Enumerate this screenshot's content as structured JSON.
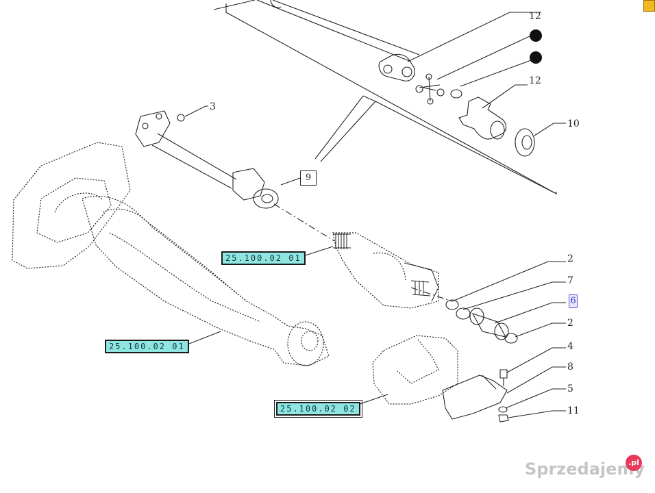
{
  "diagram": {
    "callouts": [
      {
        "id": "c12a",
        "label": "12"
      },
      {
        "id": "c3",
        "label": "3"
      },
      {
        "id": "c12b",
        "label": "12"
      },
      {
        "id": "c10",
        "label": "10"
      },
      {
        "id": "c2a",
        "label": "2"
      },
      {
        "id": "c7",
        "label": "7"
      },
      {
        "id": "c2b",
        "label": "2"
      },
      {
        "id": "c4",
        "label": "4"
      },
      {
        "id": "c8",
        "label": "8"
      },
      {
        "id": "c5",
        "label": "5"
      },
      {
        "id": "c11",
        "label": "11"
      }
    ],
    "boxed_callout_9": "9",
    "selected_callout_6": "6",
    "reference_links": [
      {
        "label": "25.100.02 01"
      },
      {
        "label": "25.100.02 01"
      },
      {
        "label": "25.100.02 02"
      }
    ],
    "filled_markers": 2
  },
  "watermark": {
    "text": "Sprzedajemy",
    "badge": ".pl"
  },
  "colors": {
    "ref_box_fill": "#8fe6e0",
    "line": "#222222",
    "selected": "#5a5ad8",
    "watermark_badge": "#e8395a"
  }
}
